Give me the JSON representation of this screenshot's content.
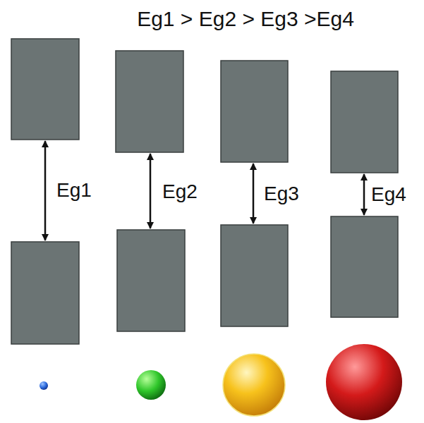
{
  "diagram": {
    "title": "Eg1 > Eg2 > Eg3 >Eg4",
    "labels": [
      "Eg1",
      "Eg2",
      "Eg3",
      "Eg4"
    ]
  }
}
